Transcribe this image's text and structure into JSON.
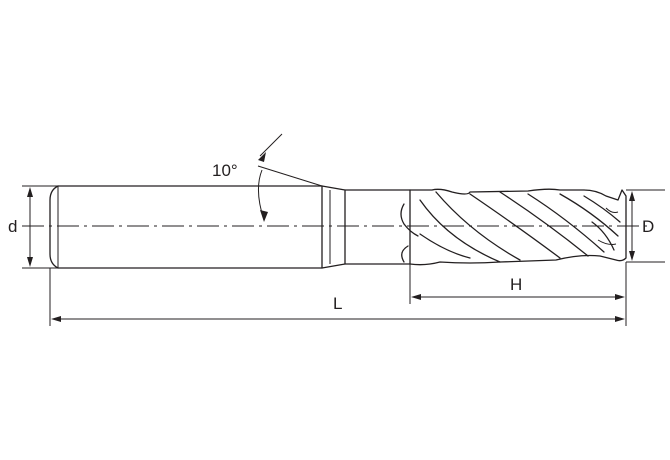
{
  "diagram": {
    "labels": {
      "angle": "10°",
      "shank_diameter": "d",
      "cutter_diameter": "D",
      "flute_length": "H",
      "overall_length": "L"
    },
    "colors": {
      "line": "#231f20",
      "background": "#ffffff"
    }
  }
}
